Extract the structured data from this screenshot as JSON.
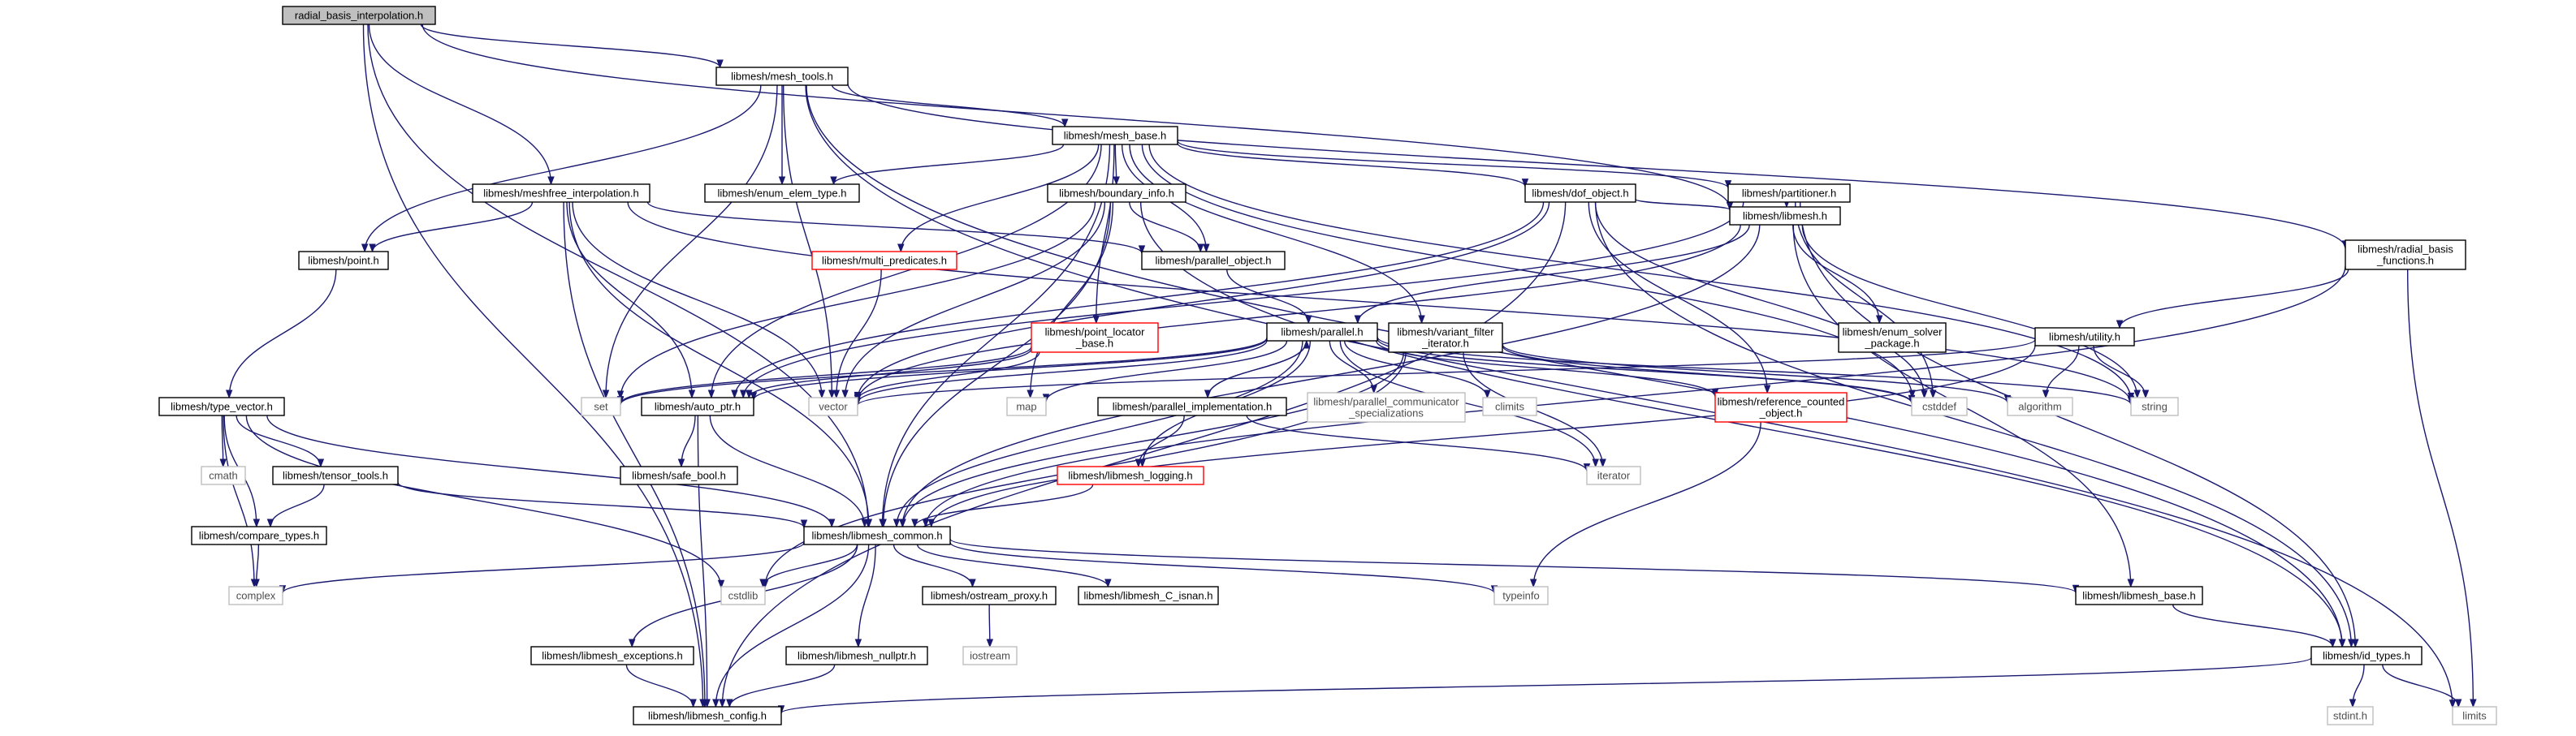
{
  "nodes": [
    {
      "id": "root",
      "label": "radial_basis_interpolation.h",
      "style": "root"
    },
    {
      "id": "mesh_tools",
      "label": "libmesh/mesh_tools.h",
      "style": "normal"
    },
    {
      "id": "meshfree",
      "label": "libmesh/meshfree_interpolation.h",
      "style": "normal"
    },
    {
      "id": "mesh_base",
      "label": "libmesh/mesh_base.h",
      "style": "normal"
    },
    {
      "id": "enum_elem",
      "label": "libmesh/enum_elem_type.h",
      "style": "normal"
    },
    {
      "id": "point",
      "label": "libmesh/point.h",
      "style": "normal"
    },
    {
      "id": "boundary_info",
      "label": "libmesh/boundary_info.h",
      "style": "normal"
    },
    {
      "id": "multi_pred",
      "label": "libmesh/multi_predicates.h",
      "style": "trunc"
    },
    {
      "id": "dof_object",
      "label": "libmesh/dof_object.h",
      "style": "normal"
    },
    {
      "id": "partitioner",
      "label": "libmesh/partitioner.h",
      "style": "normal"
    },
    {
      "id": "radial_fn",
      "label": [
        "libmesh/radial_basis",
        "_functions.h"
      ],
      "style": "normal"
    },
    {
      "id": "parallel_object",
      "label": "libmesh/parallel_object.h",
      "style": "normal"
    },
    {
      "id": "libmesh_h",
      "label": "libmesh/libmesh.h",
      "style": "normal"
    },
    {
      "id": "type_vector",
      "label": "libmesh/type_vector.h",
      "style": "normal"
    },
    {
      "id": "point_locator",
      "label": [
        "libmesh/point_locator",
        "_base.h"
      ],
      "style": "trunc"
    },
    {
      "id": "parallel_h",
      "label": "libmesh/parallel.h",
      "style": "normal"
    },
    {
      "id": "variant_filter",
      "label": [
        "libmesh/variant_filter",
        "_iterator.h"
      ],
      "style": "normal"
    },
    {
      "id": "enum_solver",
      "label": [
        "libmesh/enum_solver",
        "_package.h"
      ],
      "style": "normal"
    },
    {
      "id": "utility",
      "label": "libmesh/utility.h",
      "style": "normal"
    },
    {
      "id": "set",
      "label": "set",
      "style": "ext"
    },
    {
      "id": "auto_ptr",
      "label": "libmesh/auto_ptr.h",
      "style": "normal"
    },
    {
      "id": "vector",
      "label": "vector",
      "style": "ext"
    },
    {
      "id": "map",
      "label": "map",
      "style": "ext"
    },
    {
      "id": "parallel_impl",
      "label": "libmesh/parallel_implementation.h",
      "style": "normal"
    },
    {
      "id": "par_comm_spec",
      "label": [
        "libmesh/parallel_communicator",
        "_specializations"
      ],
      "style": "ext"
    },
    {
      "id": "climits",
      "label": "climits",
      "style": "ext"
    },
    {
      "id": "ref_counted",
      "label": [
        "libmesh/reference_counted",
        "_object.h"
      ],
      "style": "trunc"
    },
    {
      "id": "cstddef",
      "label": "cstddef",
      "style": "ext"
    },
    {
      "id": "algorithm",
      "label": "algorithm",
      "style": "ext"
    },
    {
      "id": "string",
      "label": "string",
      "style": "ext"
    },
    {
      "id": "cmath",
      "label": "cmath",
      "style": "ext"
    },
    {
      "id": "tensor_tools",
      "label": "libmesh/tensor_tools.h",
      "style": "normal"
    },
    {
      "id": "safe_bool",
      "label": "libmesh/safe_bool.h",
      "style": "normal"
    },
    {
      "id": "libmesh_logging",
      "label": "libmesh/libmesh_logging.h",
      "style": "trunc"
    },
    {
      "id": "iterator",
      "label": "iterator",
      "style": "ext"
    },
    {
      "id": "compare_types",
      "label": "libmesh/compare_types.h",
      "style": "normal"
    },
    {
      "id": "libmesh_common",
      "label": "libmesh/libmesh_common.h",
      "style": "normal"
    },
    {
      "id": "complex",
      "label": "complex",
      "style": "ext"
    },
    {
      "id": "cstdlib",
      "label": "cstdlib",
      "style": "ext"
    },
    {
      "id": "ostream_proxy",
      "label": "libmesh/ostream_proxy.h",
      "style": "normal"
    },
    {
      "id": "c_isnan",
      "label": "libmesh/libmesh_C_isnan.h",
      "style": "normal"
    },
    {
      "id": "typeinfo",
      "label": "typeinfo",
      "style": "ext"
    },
    {
      "id": "libmesh_base",
      "label": "libmesh/libmesh_base.h",
      "style": "normal"
    },
    {
      "id": "iostream",
      "label": "iostream",
      "style": "ext"
    },
    {
      "id": "exceptions",
      "label": "libmesh/libmesh_exceptions.h",
      "style": "normal"
    },
    {
      "id": "nullptr",
      "label": "libmesh/libmesh_nullptr.h",
      "style": "normal"
    },
    {
      "id": "id_types",
      "label": "libmesh/id_types.h",
      "style": "normal"
    },
    {
      "id": "libmesh_config",
      "label": "libmesh/libmesh_config.h",
      "style": "normal"
    },
    {
      "id": "stdint",
      "label": "stdint.h",
      "style": "ext"
    },
    {
      "id": "limits",
      "label": "limits",
      "style": "ext"
    }
  ],
  "edges": [
    [
      "root",
      "mesh_tools"
    ],
    [
      "root",
      "meshfree"
    ],
    [
      "root",
      "libmesh_common"
    ],
    [
      "root",
      "libmesh_h"
    ],
    [
      "root",
      "libmesh_config"
    ],
    [
      "mesh_tools",
      "mesh_base"
    ],
    [
      "mesh_tools",
      "enum_elem"
    ],
    [
      "mesh_tools",
      "point"
    ],
    [
      "mesh_tools",
      "set"
    ],
    [
      "mesh_tools",
      "vector"
    ],
    [
      "mesh_tools",
      "radial_fn"
    ],
    [
      "mesh_tools",
      "id_types"
    ],
    [
      "mesh_tools",
      "limits"
    ],
    [
      "meshfree",
      "point"
    ],
    [
      "meshfree",
      "libmesh_common"
    ],
    [
      "meshfree",
      "parallel_object"
    ],
    [
      "meshfree",
      "auto_ptr"
    ],
    [
      "meshfree",
      "vector"
    ],
    [
      "meshfree",
      "libmesh_config"
    ],
    [
      "meshfree",
      "string"
    ],
    [
      "mesh_base",
      "enum_elem"
    ],
    [
      "mesh_base",
      "boundary_info"
    ],
    [
      "mesh_base",
      "multi_pred"
    ],
    [
      "mesh_base",
      "dof_object"
    ],
    [
      "mesh_base",
      "partitioner"
    ],
    [
      "mesh_base",
      "parallel_object"
    ],
    [
      "mesh_base",
      "point_locator"
    ],
    [
      "mesh_base",
      "variant_filter"
    ],
    [
      "mesh_base",
      "auto_ptr"
    ],
    [
      "mesh_base",
      "libmesh_common"
    ],
    [
      "mesh_base",
      "cstddef"
    ],
    [
      "mesh_base",
      "string"
    ],
    [
      "point",
      "type_vector"
    ],
    [
      "boundary_info",
      "parallel_object"
    ],
    [
      "boundary_info",
      "libmesh_common"
    ],
    [
      "boundary_info",
      "vector"
    ],
    [
      "boundary_info",
      "set"
    ],
    [
      "boundary_info",
      "map"
    ],
    [
      "boundary_info",
      "id_types"
    ],
    [
      "multi_pred",
      "vector"
    ],
    [
      "dof_object",
      "libmesh_h"
    ],
    [
      "dof_object",
      "ref_counted"
    ],
    [
      "dof_object",
      "vector"
    ],
    [
      "dof_object",
      "auto_ptr"
    ],
    [
      "dof_object",
      "cstddef"
    ],
    [
      "dof_object",
      "id_types"
    ],
    [
      "dof_object",
      "libmesh_config"
    ],
    [
      "partitioner",
      "libmesh_h"
    ],
    [
      "partitioner",
      "auto_ptr"
    ],
    [
      "partitioner",
      "cstddef"
    ],
    [
      "partitioner",
      "id_types"
    ],
    [
      "radial_fn",
      "utility"
    ],
    [
      "radial_fn",
      "libmesh_common"
    ],
    [
      "radial_fn",
      "limits"
    ],
    [
      "parallel_object",
      "parallel_h"
    ],
    [
      "libmesh_h",
      "parallel_h"
    ],
    [
      "libmesh_h",
      "enum_solver"
    ],
    [
      "libmesh_h",
      "libmesh_common"
    ],
    [
      "libmesh_h",
      "libmesh_base"
    ],
    [
      "libmesh_h",
      "vector"
    ],
    [
      "libmesh_h",
      "string"
    ],
    [
      "type_vector",
      "compare_types"
    ],
    [
      "type_vector",
      "tensor_tools"
    ],
    [
      "type_vector",
      "cmath"
    ],
    [
      "type_vector",
      "complex"
    ],
    [
      "type_vector",
      "cstdlib"
    ],
    [
      "type_vector",
      "libmesh_common"
    ],
    [
      "point_locator",
      "auto_ptr"
    ],
    [
      "point_locator",
      "vector"
    ],
    [
      "point_locator",
      "set"
    ],
    [
      "parallel_h",
      "parallel_impl"
    ],
    [
      "parallel_h",
      "libmesh_logging"
    ],
    [
      "parallel_h",
      "auto_ptr"
    ],
    [
      "parallel_h",
      "set"
    ],
    [
      "parallel_h",
      "vector"
    ],
    [
      "parallel_h",
      "map"
    ],
    [
      "parallel_h",
      "par_comm_spec"
    ],
    [
      "parallel_h",
      "climits"
    ],
    [
      "parallel_h",
      "iterator"
    ],
    [
      "parallel_h",
      "ref_counted"
    ],
    [
      "parallel_h",
      "cstddef"
    ],
    [
      "parallel_h",
      "string"
    ],
    [
      "parallel_h",
      "libmesh_common"
    ],
    [
      "variant_filter",
      "iterator"
    ],
    [
      "variant_filter",
      "libmesh_common"
    ],
    [
      "variant_filter",
      "cstddef"
    ],
    [
      "variant_filter",
      "algorithm"
    ],
    [
      "variant_filter",
      "cstdlib"
    ],
    [
      "utility",
      "algorithm"
    ],
    [
      "utility",
      "vector"
    ],
    [
      "utility",
      "string"
    ],
    [
      "utility",
      "libmesh_common"
    ],
    [
      "auto_ptr",
      "safe_bool"
    ],
    [
      "auto_ptr",
      "libmesh_common"
    ],
    [
      "auto_ptr",
      "libmesh_config"
    ],
    [
      "parallel_impl",
      "parallel_h"
    ],
    [
      "parallel_impl",
      "libmesh_logging"
    ],
    [
      "parallel_impl",
      "iterator"
    ],
    [
      "ref_counted",
      "typeinfo"
    ],
    [
      "tensor_tools",
      "compare_types"
    ],
    [
      "tensor_tools",
      "libmesh_common"
    ],
    [
      "libmesh_logging",
      "libmesh_common"
    ],
    [
      "compare_types",
      "complex"
    ],
    [
      "libmesh_common",
      "complex"
    ],
    [
      "libmesh_common",
      "cstdlib"
    ],
    [
      "libmesh_common",
      "ostream_proxy"
    ],
    [
      "libmesh_common",
      "c_isnan"
    ],
    [
      "libmesh_common",
      "typeinfo"
    ],
    [
      "libmesh_common",
      "libmesh_base"
    ],
    [
      "libmesh_common",
      "exceptions"
    ],
    [
      "libmesh_common",
      "nullptr"
    ],
    [
      "libmesh_common",
      "libmesh_config"
    ],
    [
      "ostream_proxy",
      "iostream"
    ],
    [
      "libmesh_base",
      "id_types"
    ],
    [
      "exceptions",
      "libmesh_config"
    ],
    [
      "nullptr",
      "libmesh_config"
    ],
    [
      "id_types",
      "libmesh_config"
    ],
    [
      "id_types",
      "stdint"
    ],
    [
      "id_types",
      "limits"
    ]
  ]
}
